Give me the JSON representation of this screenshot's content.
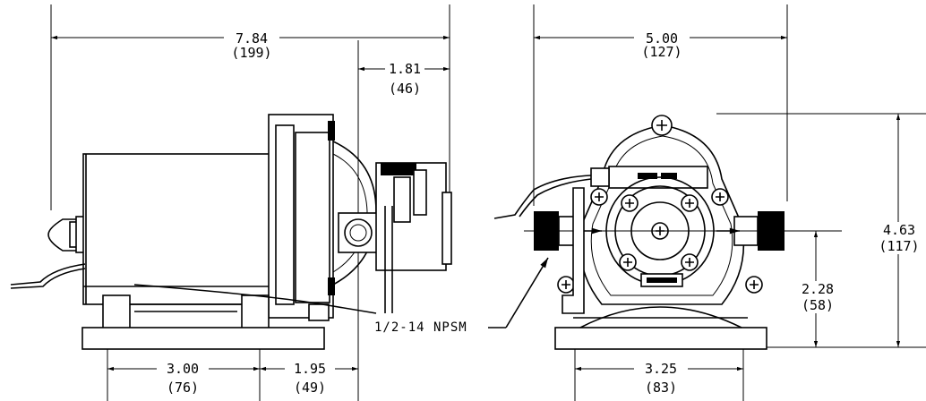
{
  "side_view": {
    "overall_length": "7.84",
    "overall_length_mm": "(199)",
    "head_length": "1.81",
    "head_length_mm": "(46)",
    "foot_spacing": "3.00",
    "foot_spacing_mm": "(76)",
    "foot_to_head": "1.95",
    "foot_to_head_mm": "(49)",
    "port_note": "1/2-14 NPSM"
  },
  "end_view": {
    "overall_width": "5.00",
    "overall_width_mm": "(127)",
    "overall_height": "4.63",
    "overall_height_mm": "(117)",
    "port_height": "2.28",
    "port_height_mm": "(58)",
    "foot_spacing": "3.25",
    "foot_spacing_mm": "(83)"
  }
}
